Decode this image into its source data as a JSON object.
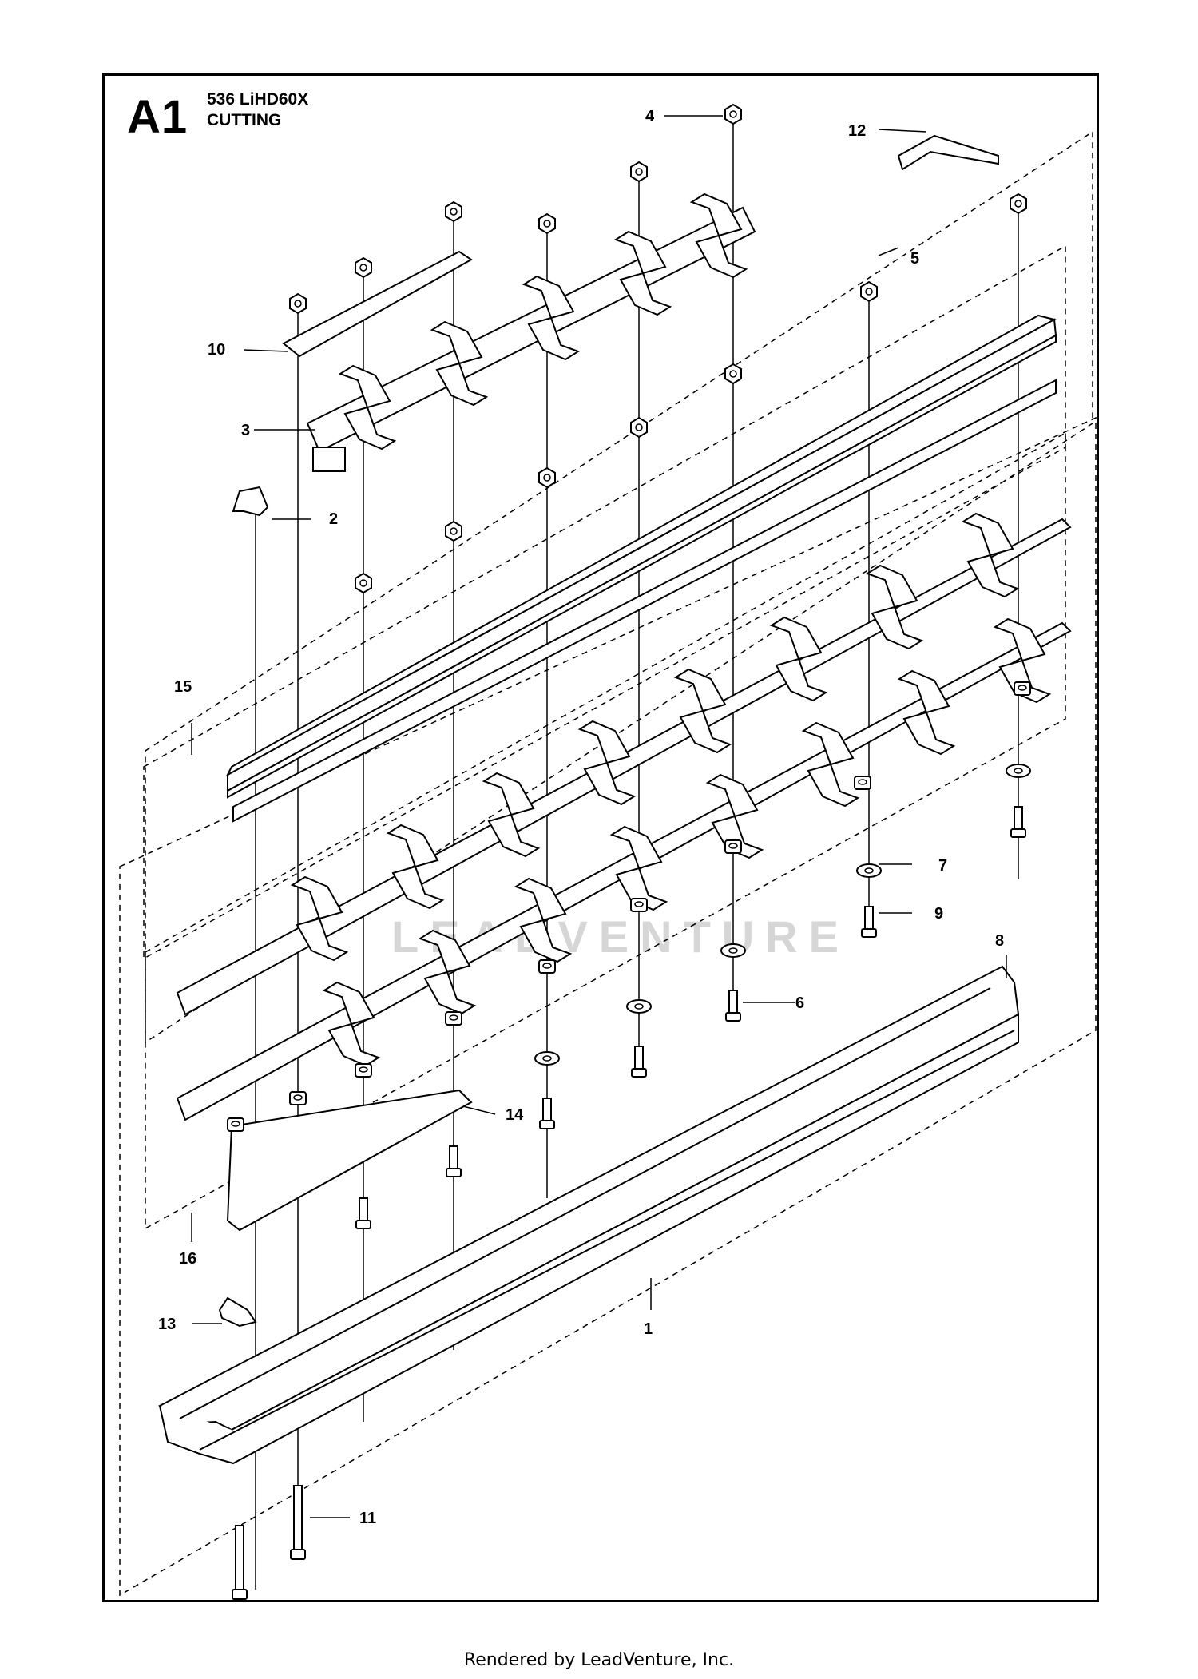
{
  "header": {
    "section_id": "A1",
    "model": "536 LiHD60X",
    "section_name": "CUTTING"
  },
  "callouts": [
    "1",
    "2",
    "3",
    "4",
    "5",
    "6",
    "7",
    "8",
    "9",
    "10",
    "11",
    "12",
    "13",
    "14",
    "15",
    "16"
  ],
  "watermark": "LEADVENTURE",
  "footer": "Rendered by LeadVenture, Inc."
}
